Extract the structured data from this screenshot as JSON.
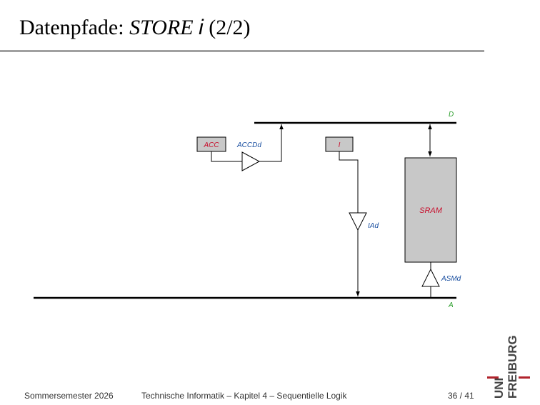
{
  "slide": {
    "title_prefix": "Datenpfade: ",
    "title_store": "STORE ",
    "title_var": "i",
    "title_suffix": " (2/2)"
  },
  "diagram": {
    "bus_d_label": "D",
    "bus_a_label": "A",
    "acc_label": "ACC",
    "accd_label": "ACCDd",
    "i_label": "I",
    "iad_label": "IAd",
    "sram_label": "SRAM",
    "asmd_label": "ASMd",
    "colors": {
      "bus_label": "#2a9d2a",
      "register_text": "#c8102e",
      "driver_text": "#1a4fa0",
      "box_fill": "#c8c8c8"
    }
  },
  "footer": {
    "semester": "Sommersemester 2026",
    "course": "Technische Informatik –  Kapitel 4 – Sequentielle Logik",
    "page": "36 / 41"
  },
  "logo": {
    "uni": "UNI",
    "freiburg": "FREIBURG"
  }
}
